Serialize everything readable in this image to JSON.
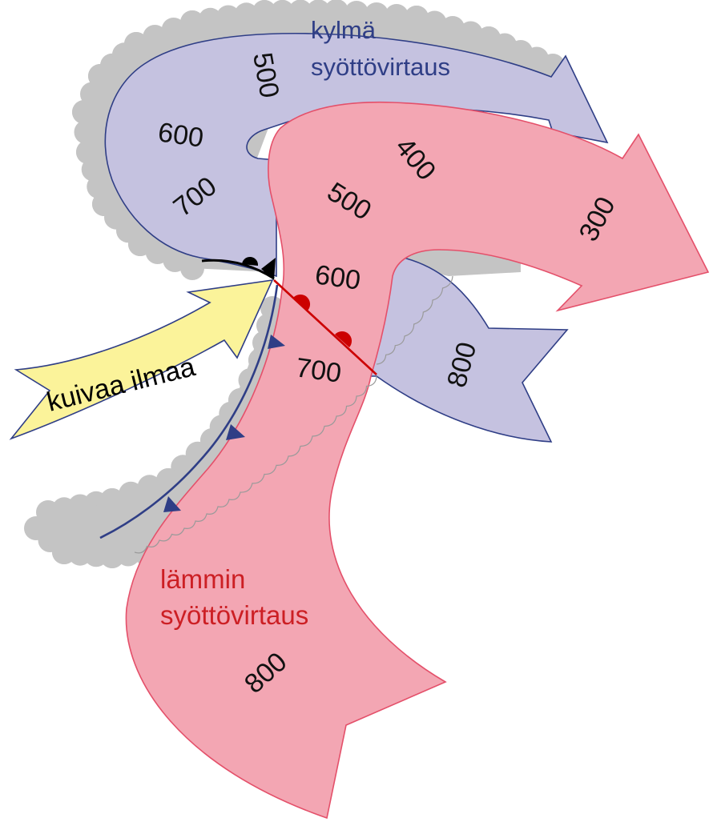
{
  "labels": {
    "cold_conveyor": [
      "kylmä",
      "syöttövirtaus"
    ],
    "warm_conveyor": [
      "lämmin",
      "syöttövirtaus"
    ],
    "dry_air": "kuivaa ilmaa",
    "cold_levels": [
      "500",
      "600",
      "700",
      "800"
    ],
    "warm_levels": [
      "300",
      "400",
      "500",
      "600",
      "700",
      "800"
    ]
  },
  "colors": {
    "cold_fill": "#c5c2e0",
    "cold_stroke": "#2f3e86",
    "warm_fill": "#f3a6b3",
    "warm_stroke": "#e4506a",
    "dry_fill": "#fbf39a",
    "dry_stroke": "#2f3e86",
    "cloud_fill": "#c4c4c4",
    "warm_front": "#cc0000",
    "cold_front": "#2f3e86",
    "occluded_front": "#000000"
  }
}
